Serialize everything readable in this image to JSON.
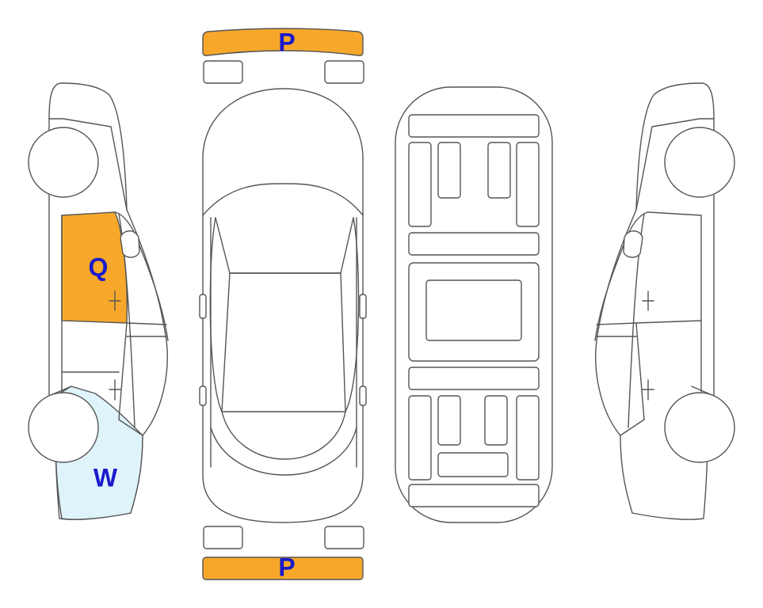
{
  "colors": {
    "paint": "#f7a82a",
    "scratch": "#dff3fb",
    "label": "#1a1acc",
    "line": "#555555"
  },
  "marks": {
    "front_bumper": "P",
    "rear_bumper": "P",
    "left_front_door": "Q",
    "left_front_fender": "W"
  }
}
